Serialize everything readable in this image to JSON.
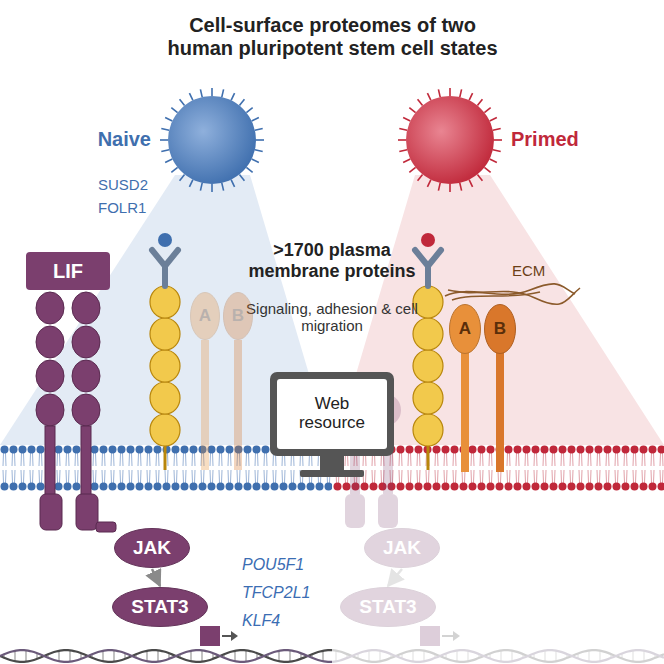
{
  "diagram": {
    "title": "Cell-surface proteomes of two human pluripotent stem cell states",
    "nodes": [
      {
        "text": [
          "Naive"
        ]
      },
      {
        "text": [
          "Primed"
        ]
      },
      {
        "text": [
          "Web resource"
        ]
      },
      {
        "text": [
          "LIF"
        ]
      },
      {
        "text": [
          "JAK"
        ]
      },
      {
        "text": [
          "STAT3"
        ]
      },
      {
        "text": [
          "A"
        ]
      },
      {
        "text": [
          "B"
        ]
      },
      {
        "text": [
          "A"
        ]
      },
      {
        "text": [
          "B"
        ]
      },
      {
        "text": [
          "JAK"
        ]
      },
      {
        "text": [
          "STAT3"
        ]
      }
    ],
    "edges": [
      {
        "from": 4,
        "to": 5,
        "arrow": "to"
      },
      {
        "from": 10,
        "to": 11,
        "arrow": "to"
      }
    ],
    "labels": [
      ">1700 plasma membrane proteins",
      "Signaling, adhesion & cell migration",
      "SUSD2",
      "FOLR1",
      "POU5F1",
      "TFCP2L1",
      "KLF4",
      "ECM"
    ]
  }
}
